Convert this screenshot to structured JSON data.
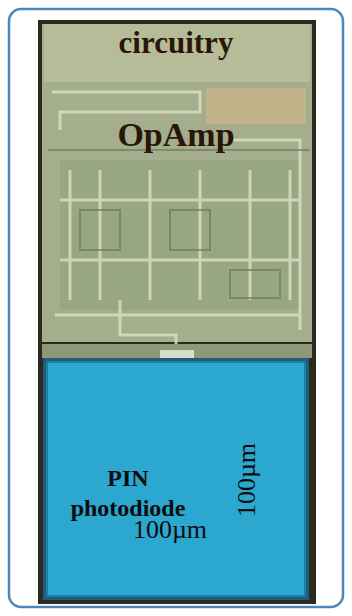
{
  "diagram": {
    "nodes": [
      {
        "text": [
          "PIN photodiode"
        ]
      }
    ],
    "labels": [
      "circuitry",
      "OpAmp",
      "100µm",
      "100µm"
    ]
  }
}
